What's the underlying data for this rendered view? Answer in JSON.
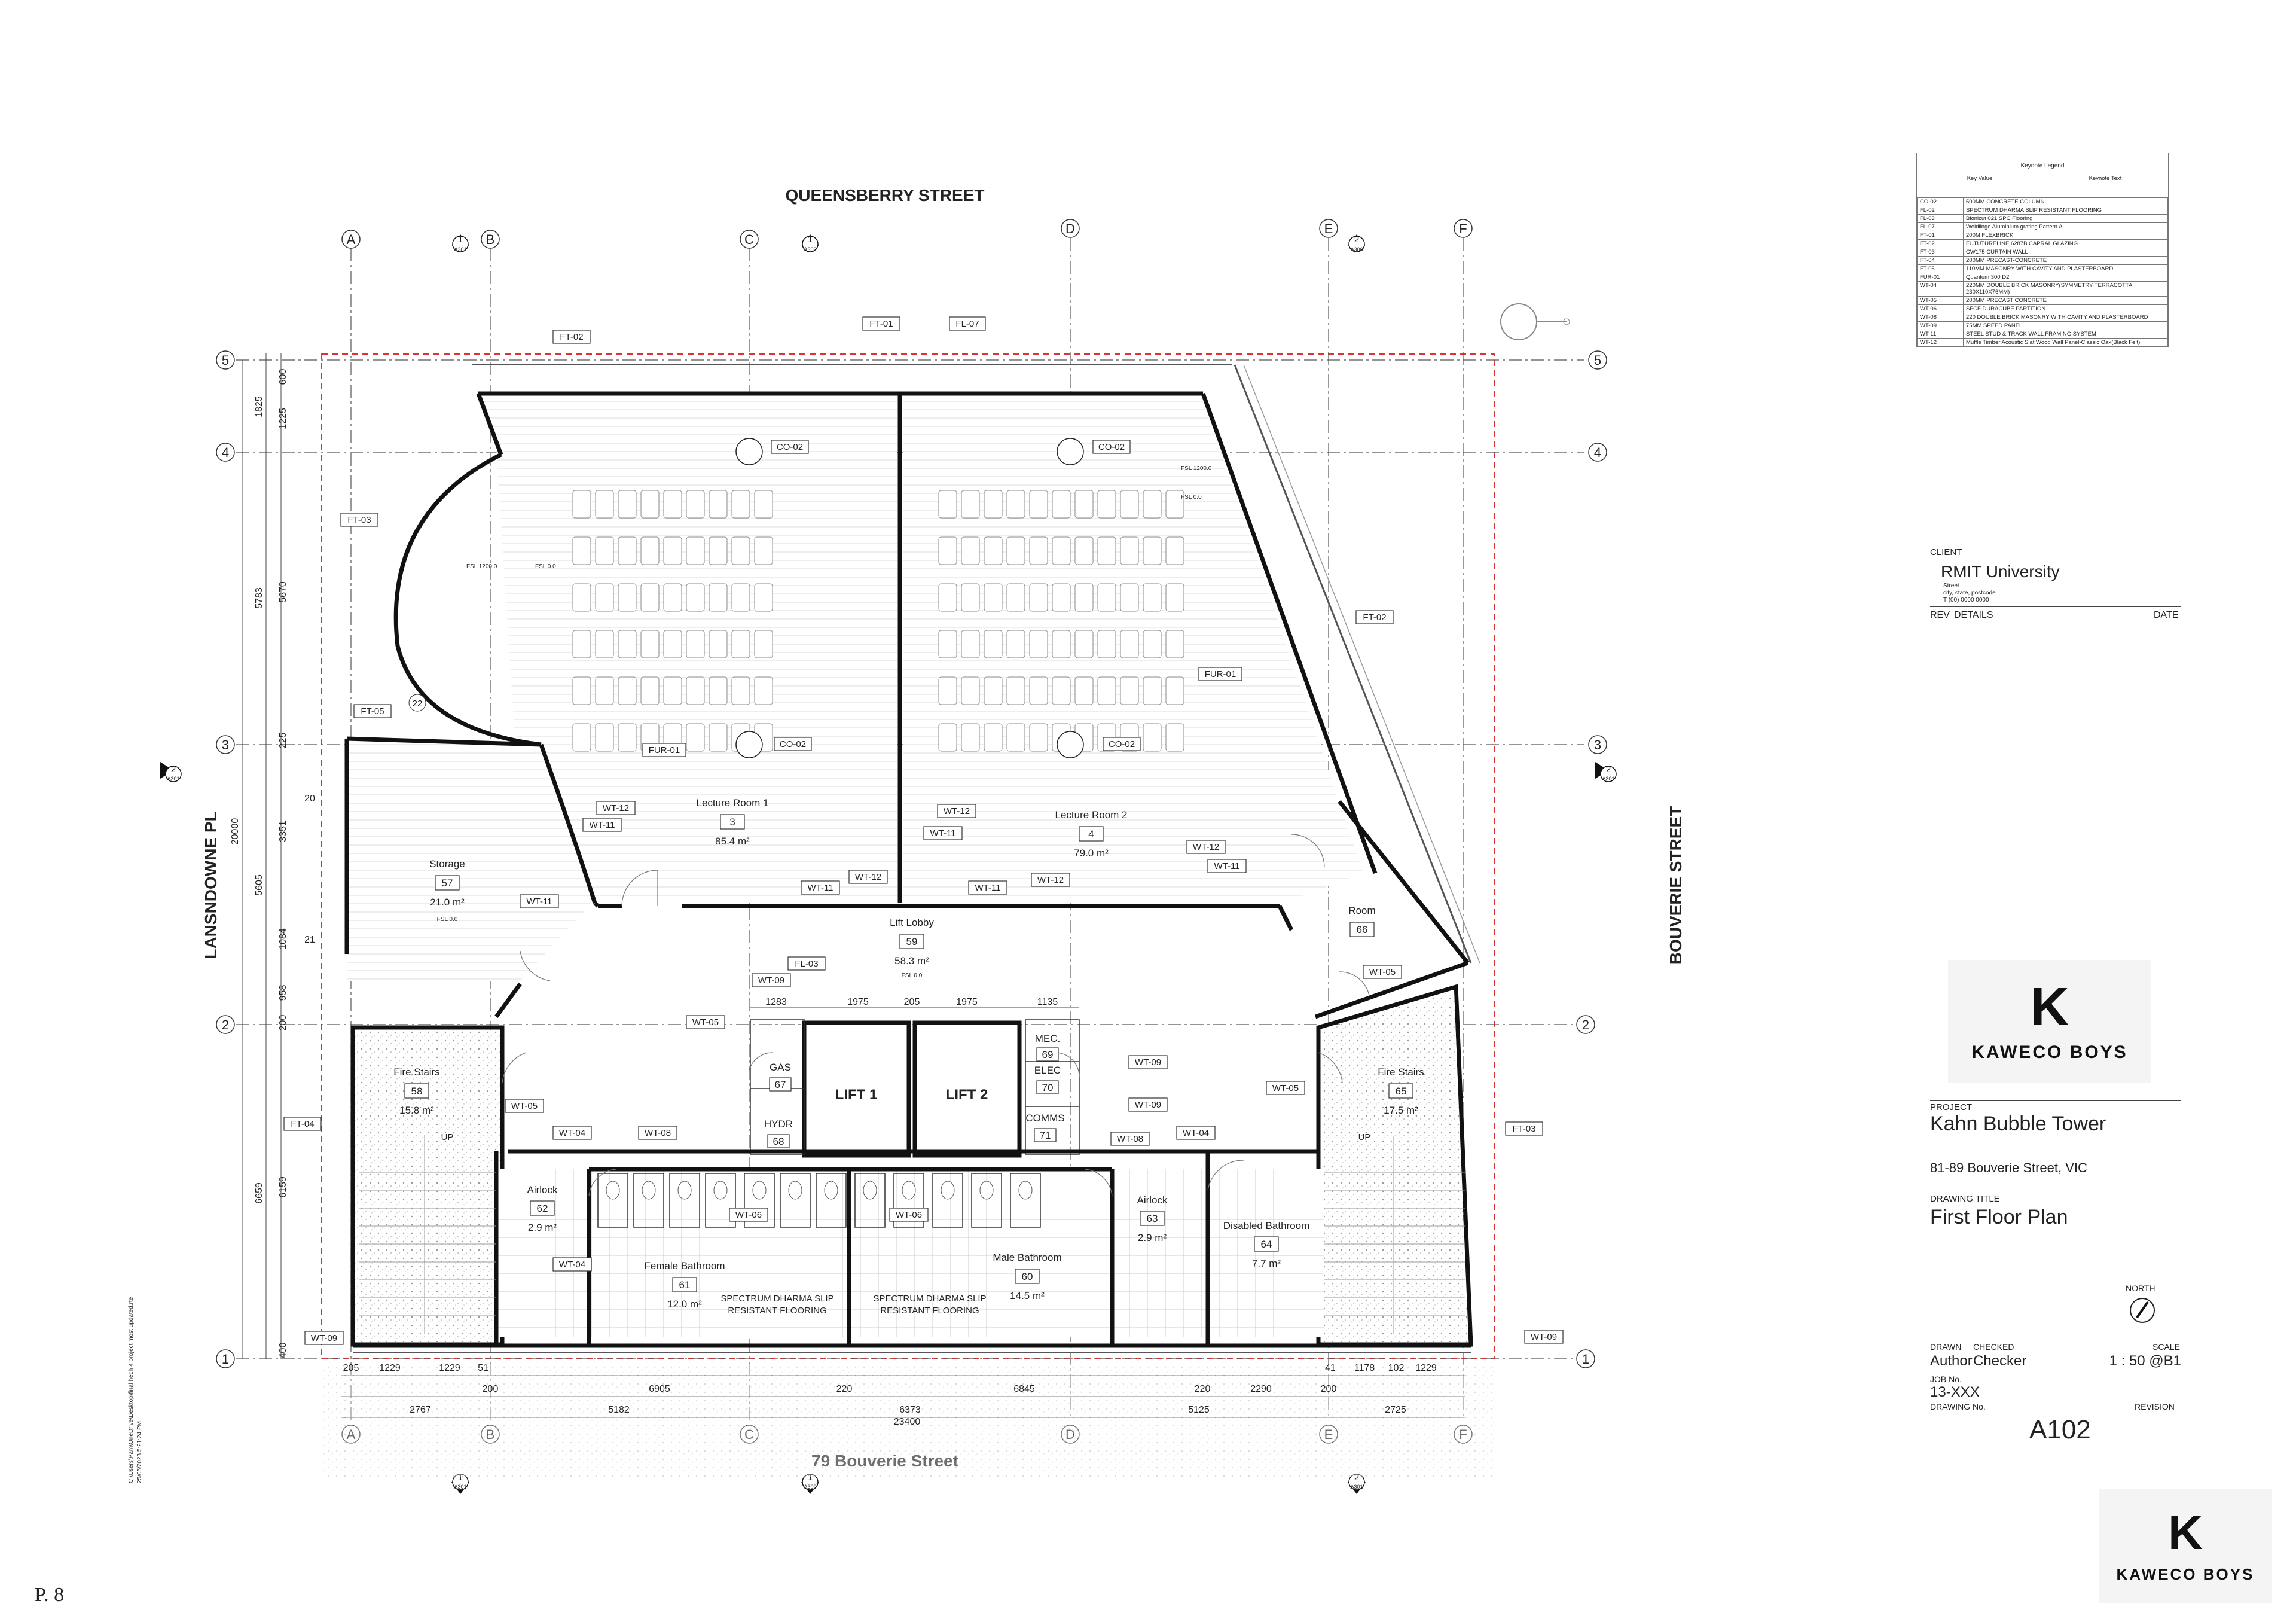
{
  "streets": {
    "north": "QUEENSBERRY STREET",
    "south": "79 Bouverie Street",
    "west": "LANSNDOWNE PL",
    "east": "BOUVERIE STREET"
  },
  "grid": {
    "columns": [
      "A",
      "B",
      "C",
      "D",
      "E",
      "F"
    ],
    "rows": [
      "5",
      "4",
      "3",
      "2",
      "1"
    ]
  },
  "section_markers": {
    "num1": "1",
    "num2": "2",
    "sheet": "A301",
    "sheet_b": "A300"
  },
  "rooms": {
    "lecture1": {
      "name": "Lecture Room 1",
      "num": "3",
      "area": "85.4 m²"
    },
    "lecture2": {
      "name": "Lecture Room 2",
      "num": "4",
      "area": "79.0 m²"
    },
    "storage": {
      "name": "Storage",
      "num": "57",
      "area": "21.0 m²"
    },
    "lobby": {
      "name": "Lift Lobby",
      "num": "59",
      "area": "58.3 m²"
    },
    "room": {
      "name": "Room",
      "num": "66"
    },
    "fire_w": {
      "name": "Fire Stairs",
      "num": "58",
      "area": "15.8 m²"
    },
    "fire_e": {
      "name": "Fire Stairs",
      "num": "65",
      "area": "17.5 m²"
    },
    "gas": {
      "name": "GAS",
      "num": "67"
    },
    "hydr": {
      "name": "HYDR",
      "num": "68"
    },
    "mec": {
      "name": "MEC.",
      "num": "69"
    },
    "elec": {
      "name": "ELEC",
      "num": "70"
    },
    "comms": {
      "name": "COMMS",
      "num": "71"
    },
    "lift1": "LIFT 1",
    "lift2": "LIFT 2",
    "airlock_w": {
      "name": "Airlock",
      "num": "62",
      "area": "2.9 m²"
    },
    "airlock_e": {
      "name": "Airlock",
      "num": "63",
      "area": "2.9 m²"
    },
    "female": {
      "name": "Female Bathroom",
      "num": "61",
      "area": "12.0 m²"
    },
    "male": {
      "name": "Male Bathroom",
      "num": "60",
      "area": "14.5 m²"
    },
    "disabled": {
      "name": "Disabled Bathroom",
      "num": "64",
      "area": "7.7 m²"
    },
    "flooring_l1": "SPECTRUM DHARMA SLIP",
    "flooring_l2": "RESISTANT FLOORING",
    "up": "UP",
    "ffl_0": "FSL 0.0",
    "ffl_1200": "FSL 1200.0",
    "tag22": "22"
  },
  "tags": {
    "co02": "CO-02",
    "ft01": "FT-01",
    "ft02": "FT-02",
    "ft03": "FT-03",
    "ft04": "FT-04",
    "ft05": "FT-05",
    "fl07": "FL-07",
    "fl03": "FL-03",
    "fur01": "FUR-01",
    "wt04": "WT-04",
    "wt05": "WT-05",
    "wt06": "WT-06",
    "wt08": "WT-08",
    "wt09": "WT-09",
    "wt11": "WT-11",
    "wt12": "WT-12"
  },
  "dims": {
    "left_outer": [
      "600",
      "1825",
      "1225",
      "5783",
      "5670",
      "225",
      "3351",
      "5605",
      "20000",
      "1084",
      "958",
      "200",
      "6659",
      "6159",
      "400"
    ],
    "left_small": [
      "20",
      "21"
    ],
    "top_core": [
      "1283",
      "1975",
      "205",
      "1975",
      "1135"
    ],
    "bottom_row1": [
      "205",
      "1229",
      "1229",
      "51",
      "41",
      "1178",
      "102",
      "1229"
    ],
    "bottom_row2": [
      "200",
      "6905",
      "220",
      "6845",
      "220",
      "2290",
      "200"
    ],
    "bottom_row3": [
      "2767",
      "5182",
      "6373",
      "5125",
      "2725"
    ],
    "total": "23400"
  },
  "keynote": {
    "title": "Keynote Legend",
    "col_key": "Key Value",
    "col_text": "Keynote Text",
    "rows": [
      [
        "CO-02",
        "500MM CONCRETE COLUMN"
      ],
      [
        "FL-02",
        "SPECTRUM DHARMA SLIP RESISTANT FLOORING"
      ],
      [
        "FL-03",
        "Bionicut 021 SPC Flooring"
      ],
      [
        "FL-07",
        "Weldlinge Aluminium grating Pattern A"
      ],
      [
        "FT-01",
        "200M FLEXBRICK"
      ],
      [
        "FT-02",
        "FUTUTURELINE 6287B CAPRAL GLAZING"
      ],
      [
        "FT-03",
        "CW175 CURTAIN WALL"
      ],
      [
        "FT-04",
        "200MM PRECAST-CONCRETE"
      ],
      [
        "FT-05",
        "110MM MASONRY WITH CAVITY AND PLASTERBOARD"
      ],
      [
        "FUR-01",
        "Quantum 300 D2"
      ],
      [
        "WT-04",
        "220MM DOUBLE BRICK MASONRY(SYMMETRY TERRACOTTA 230X110X76MM)"
      ],
      [
        "WT-05",
        "200MM PRECAST CONCRETE"
      ],
      [
        "WT-06",
        "SFCF DURACUBE PARTITION"
      ],
      [
        "WT-08",
        "220 DOUBLE BRICK MASONRY WITH CAVITY AND PLASTERBOARD"
      ],
      [
        "WT-09",
        "75MM SPEED PANEL"
      ],
      [
        "WT-11",
        "STEEL STUD & TRACK WALL FRAMING SYSTEM"
      ],
      [
        "WT-12",
        "Muffle Timber Acoustic Slat Wood Wall Panel-Classic Oak(Black Felt)"
      ]
    ]
  },
  "title_block": {
    "client_label": "CLIENT",
    "client": "RMIT University",
    "client_addr1": "Street",
    "client_addr2": "city, state, postcode",
    "client_addr3": "T (00) 0000 0000",
    "rev": "REV",
    "details": "DETAILS",
    "date": "DATE",
    "brand": "KAWECO BOYS",
    "project_label": "PROJECT",
    "project": "Kahn Bubble Tower",
    "address": "81-89 Bouverie Street, VIC",
    "drawing_title_label": "DRAWING TITLE",
    "drawing_title": "First Floor Plan",
    "north": "NORTH",
    "drawn_label": "DRAWN",
    "drawn": "Author",
    "checked_label": "CHECKED",
    "checked": "Checker",
    "scale_label": "SCALE",
    "scale": "1 : 50 @B1",
    "job_label": "JOB No.",
    "job": "13-XXX",
    "drawing_no_label": "DRAWING No.",
    "revision_label": "REVISION",
    "drawing_no": "A102"
  },
  "file_path": "C:\\Users\\Pam\\OneDrive\\Desktop\\final hech 4 project most updated.rte",
  "file_date": "25/05/2023 5:21:24 PM",
  "page_number": "P. 8"
}
